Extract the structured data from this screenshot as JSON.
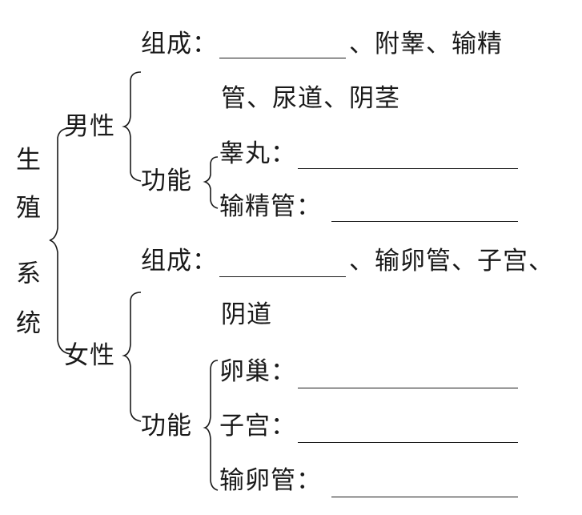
{
  "root": {
    "chars": [
      "生",
      "殖",
      "系",
      "统"
    ]
  },
  "male": {
    "label": "男性",
    "composition": {
      "label": "组成：",
      "after_blank_line1": "、附睾、输精",
      "line2": "管、尿道、阴茎"
    },
    "function": {
      "label": "功能",
      "items": [
        {
          "label": "睾丸："
        },
        {
          "label": "输精管："
        }
      ]
    }
  },
  "female": {
    "label": "女性",
    "composition": {
      "label": "组成：",
      "after_blank_line1": "、输卵管、子宫、",
      "line2": "阴道"
    },
    "function": {
      "label": "功能",
      "items": [
        {
          "label": "卵巢："
        },
        {
          "label": "子宫："
        },
        {
          "label": "输卵管："
        }
      ]
    }
  }
}
